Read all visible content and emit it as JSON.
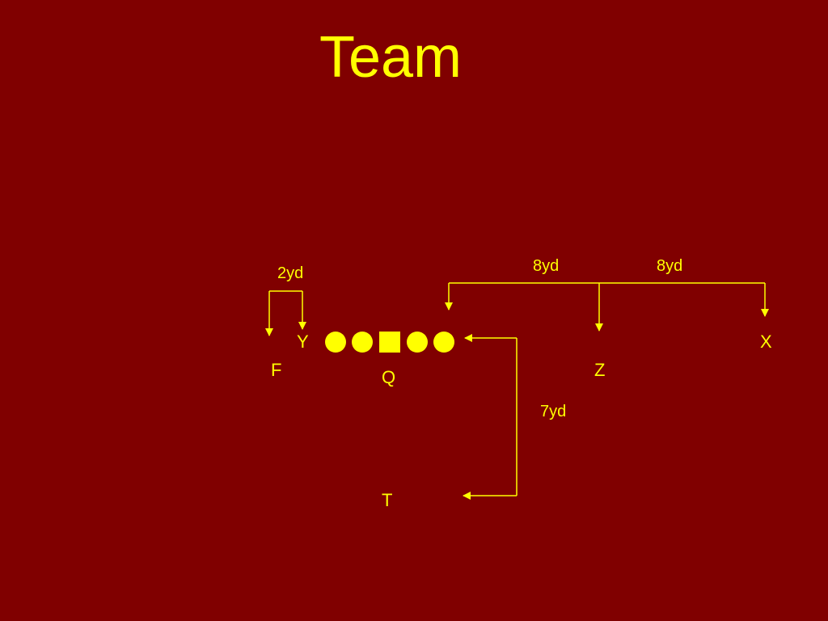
{
  "slide": {
    "title": "Team"
  },
  "colors": {
    "background": "#800000",
    "foreground": "#FFFF00"
  },
  "formation": {
    "line_markers": [
      "circle",
      "circle",
      "square",
      "circle",
      "circle"
    ],
    "positions": {
      "Y": "Y",
      "F": "F",
      "Q": "Q",
      "Z": "Z",
      "X": "X",
      "T": "T"
    },
    "distances": {
      "f_y": "2yd",
      "line_z": "8yd",
      "z_x": "8yd",
      "t_line": "7yd"
    }
  }
}
